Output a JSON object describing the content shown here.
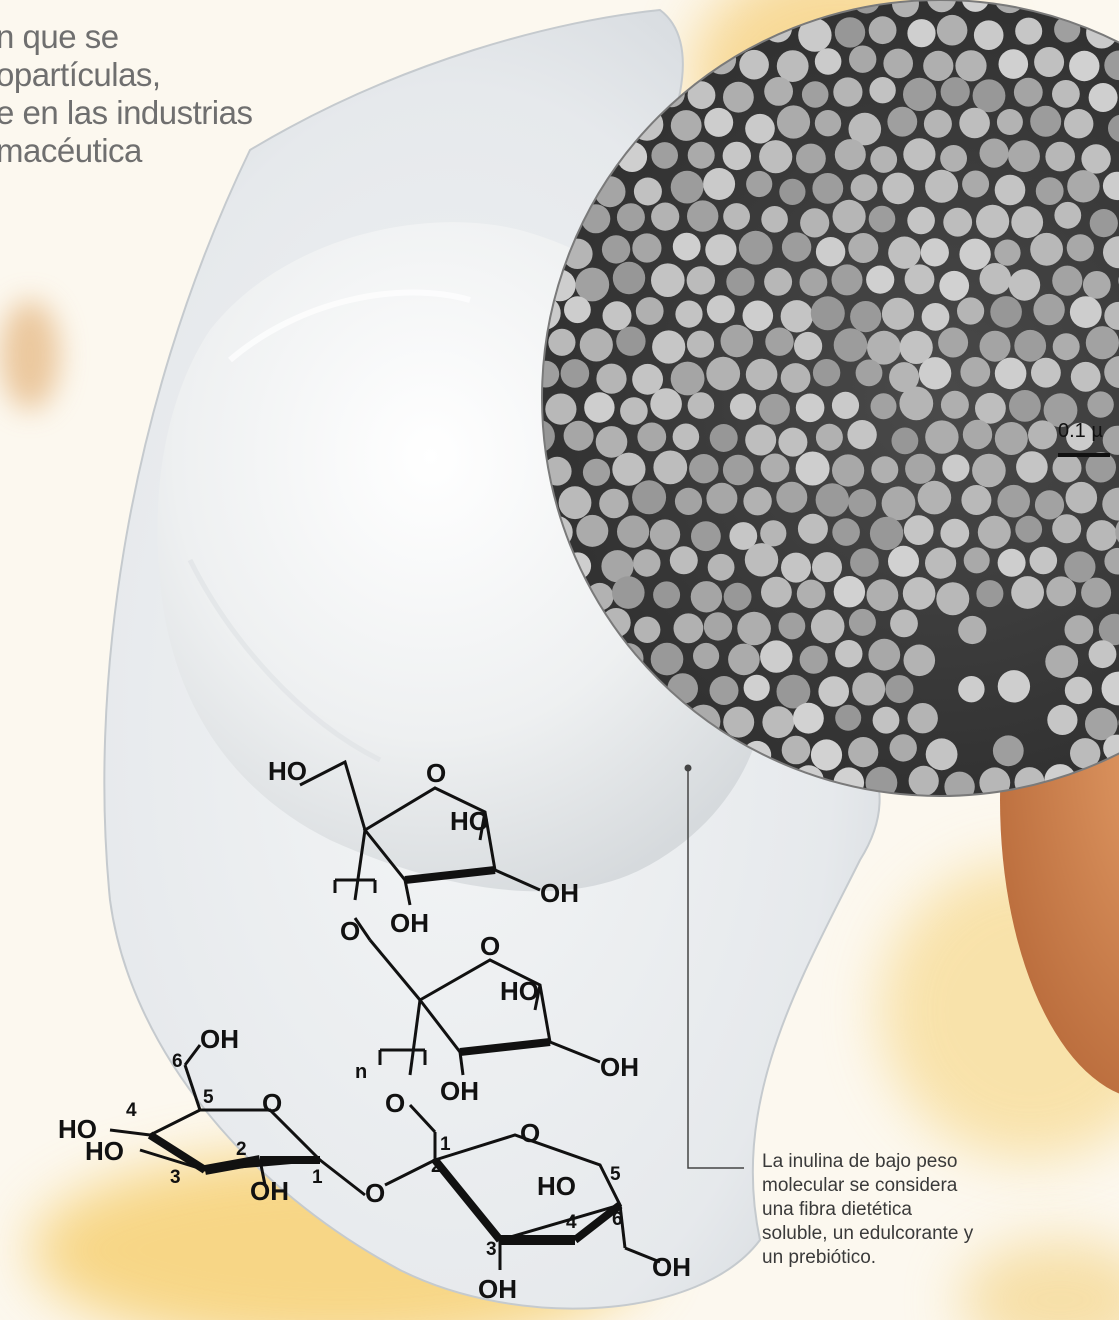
{
  "intro": {
    "lines": [
      "n que se",
      "opartículas,",
      "e en las industrias",
      "macéutica"
    ]
  },
  "micrograph": {
    "scale_label": "0.1 µ"
  },
  "caption": {
    "text": "La inulina de bajo peso molecular se considera una fibra dietética soluble, un edulcorante y un prebiótico."
  },
  "structure": {
    "labels": {
      "ho_top": "HO",
      "o_ring1": "O",
      "ho_ring1": "HO",
      "oh_ring1_right": "OH",
      "oh_ring1_bottom": "OH",
      "o_link1": "O",
      "o_ring2": "O",
      "ho_ring2": "HO",
      "oh_ring2_right": "OH",
      "oh_ring2_bottom": "OH",
      "n": "n",
      "o_link2": "O",
      "oh_glc6": "OH",
      "ho_glc4": "HO",
      "ho_glc3": "HO",
      "o_glc_ring": "O",
      "oh_glc2": "OH",
      "o_glyco": "O",
      "o_fru_ring": "O",
      "ho_fru4": "HO",
      "oh_fru6": "OH",
      "oh_fru3": "OH",
      "num_1a": "1",
      "num_2a": "2",
      "num_3a": "3",
      "num_4a": "4",
      "num_5a": "5",
      "num_6a": "6",
      "num_1b": "1",
      "num_2b": "2",
      "num_3b": "3",
      "num_4b": "4",
      "num_5b": "5",
      "num_6b": "6"
    }
  },
  "colors": {
    "plate": "#e9ecef",
    "micrograph_bg": "#3a3a3a",
    "particle": "#b8b8b8",
    "splash": "#f6cf7a"
  }
}
